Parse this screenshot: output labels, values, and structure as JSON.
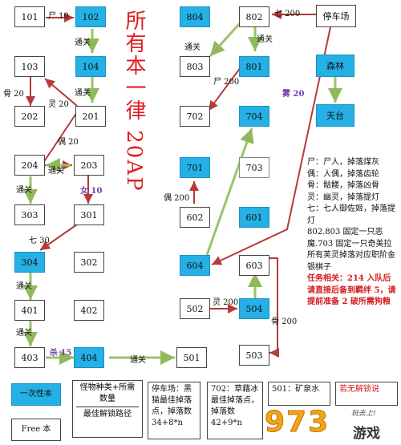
{
  "title": "所有本一律 20AP",
  "nodes": {
    "n101": "101",
    "n102": "102",
    "n103": "103",
    "n104": "104",
    "n201": "201",
    "n202": "202",
    "n203": "203",
    "n204": "204",
    "n301": "301",
    "n302": "302",
    "n303": "303",
    "n304": "304",
    "n401": "401",
    "n402": "402",
    "n403": "403",
    "n404": "404",
    "n501": "501",
    "n502": "502",
    "n503": "503",
    "n504": "504",
    "n601": "601",
    "n602": "602",
    "n603": "603",
    "n604": "604",
    "n701": "701",
    "n702": "702",
    "n703": "703",
    "n704": "704",
    "n801": "801",
    "n802": "802",
    "n803": "803",
    "n804": "804",
    "parking": "停车场",
    "forest": "森林",
    "platform": "天台"
  },
  "edge_labels": {
    "e101_102": "尸 10",
    "e102_104": "通关",
    "e104_201": "通关",
    "e201_103": "灵 20",
    "e103_202": "骨 20",
    "e201_203": "偶 20",
    "e203_204": "通关",
    "e204_303": "通关",
    "e203_301": "女 10",
    "e301_304": "七 30",
    "e304_401": "通关",
    "e401_403": "通关",
    "e403_404": "杀 15",
    "e404_501": "通关",
    "e602_701": "偶 200",
    "e502_504": "灵 200",
    "e603_503": "骨 200",
    "e802_801": "通关",
    "e802_803": "通关",
    "e801_702": "尸 200",
    "parking_802": "七 200",
    "parking_604": "雾 20"
  },
  "notes": {
    "l1": "尸：尸人，掉落煤灰",
    "l2": "偶：人偶，掉落齿轮",
    "l3": "骨：骷髅，掉落凶骨",
    "l4": "灵：幽灵，掉落提灯",
    "l5": "七：七人御佐姬，掉落提灯",
    "l6": "802.803 固定一只恶魔.703 固定一只奇美拉",
    "l7": "所有芙灵掉落对应职阶金银棋子",
    "l8": "任务相关：214 入队后请直接后备到羁绊 5，请提前准备 2 破所需狗粮"
  },
  "legend": {
    "one_time": "一次性本",
    "free": "Free 本",
    "monster_req": "怪物种类+所需数量",
    "best_path": "最佳解锁路径",
    "parking_note": "停车场：黑猫最佳掉落点，掉落数 34+8*n",
    "n702_note": "702：草藉冰最佳掉落点，掉落数 42+9*n",
    "n501_note": "501：矿泉水",
    "no_solution": "若无解锁说"
  },
  "watermark": {
    "digits": "973",
    "game": "游戏",
    "slogan": "玩去上!"
  },
  "colors": {
    "blue_node": "#25b0e6",
    "red_edge": "#b53a3a",
    "green_edge": "#9cc36a",
    "title": "#e02020",
    "note_red": "#d21e1e",
    "purple": "#7a3db4"
  }
}
